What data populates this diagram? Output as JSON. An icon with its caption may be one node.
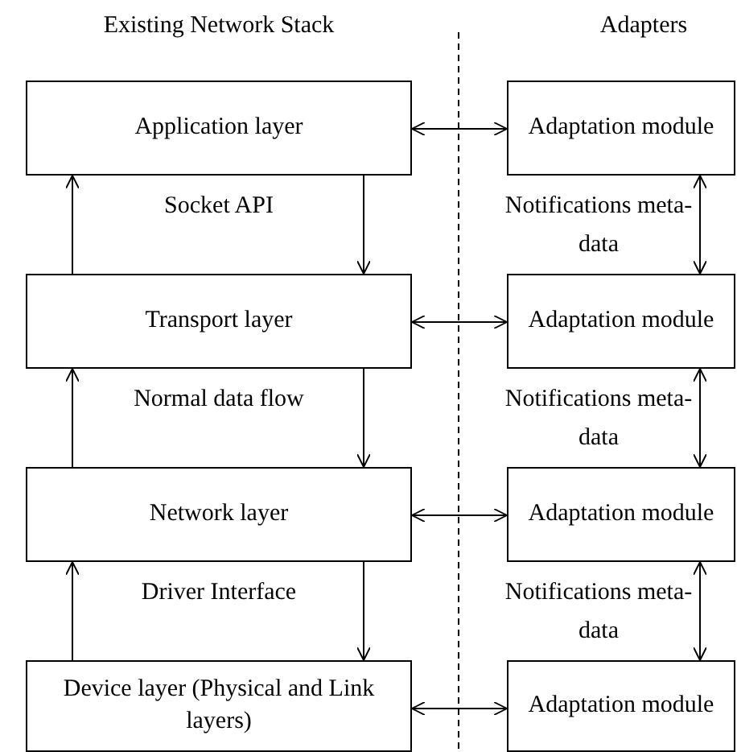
{
  "diagram": {
    "nodes": [
      {
        "text": [
          "Application layer"
        ]
      },
      {
        "text": [
          "Transport layer"
        ]
      },
      {
        "text": [
          "Network layer"
        ]
      },
      {
        "text": [
          "Device layer (Physical and Link layers)"
        ]
      },
      {
        "text": [
          "Adaptation module"
        ]
      },
      {
        "text": [
          "Adaptation module"
        ]
      },
      {
        "text": [
          "Adaptation module"
        ]
      },
      {
        "text": [
          "Adaptation module"
        ]
      }
    ],
    "edges": [
      {
        "from": 1,
        "to": 0,
        "arrow": "to"
      },
      {
        "from": 0,
        "to": 1,
        "arrow": "to"
      },
      {
        "from": 2,
        "to": 1,
        "arrow": "to"
      },
      {
        "from": 1,
        "to": 2,
        "arrow": "to"
      },
      {
        "from": 3,
        "to": 2,
        "arrow": "to"
      },
      {
        "from": 2,
        "to": 3,
        "arrow": "to"
      },
      {
        "from": 0,
        "to": 4,
        "arrow": "both"
      },
      {
        "from": 1,
        "to": 5,
        "arrow": "both"
      },
      {
        "from": 2,
        "to": 6,
        "arrow": "both"
      },
      {
        "from": 3,
        "to": 7,
        "arrow": "both"
      },
      {
        "from": 4,
        "to": 5,
        "arrow": "both"
      },
      {
        "from": 5,
        "to": 6,
        "arrow": "both"
      },
      {
        "from": 6,
        "to": 7,
        "arrow": "both"
      }
    ],
    "labels": [
      "Existing Network Stack",
      "Adapters",
      "Socket API",
      "Notifications meta-data",
      "Normal data flow",
      "Notifications meta-data",
      "Driver Interface",
      "Notifications meta-data"
    ]
  }
}
